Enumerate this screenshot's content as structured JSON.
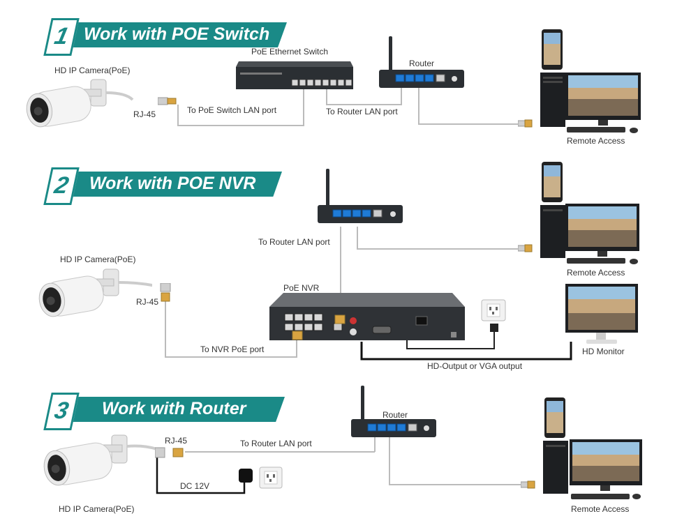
{
  "sections": [
    {
      "number": "1",
      "title": "Work with POE Switch",
      "labels": {
        "camera": "HD IP Camera(PoE)",
        "rj45": "RJ-45",
        "switch": "PoE Ethernet Switch",
        "to_switch": "To PoE Switch LAN port",
        "router": "Router",
        "to_router": "To Router LAN port",
        "remote": "Remote Access"
      }
    },
    {
      "number": "2",
      "title": "Work with POE NVR",
      "labels": {
        "camera": "HD IP Camera(PoE)",
        "rj45": "RJ-45",
        "to_router": "To Router LAN port",
        "nvr": "PoE NVR",
        "to_nvr": "To NVR PoE port",
        "hd_output": "HD-Output or VGA output",
        "monitor": "HD Monitor",
        "remote": "Remote Access"
      }
    },
    {
      "number": "3",
      "title": "Work with Router",
      "labels": {
        "camera": "HD IP Camera(PoE)",
        "rj45": "RJ-45",
        "to_router": "To Router LAN port",
        "router": "Router",
        "dc": "DC 12V",
        "remote": "Remote Access"
      }
    }
  ],
  "colors": {
    "accent": "#1a8a87",
    "cable": "#bbbbbb",
    "hdmi_cable": "#111111",
    "device_dark": "#2b2f33",
    "port_blue": "#1f7bd6"
  },
  "icons": [
    "camera-icon",
    "rj45-connector-icon",
    "poe-switch-icon",
    "router-icon",
    "smartphone-icon",
    "desktop-pc-icon",
    "monitor-icon",
    "keyboard-icon",
    "mouse-icon",
    "nvr-icon",
    "power-outlet-icon",
    "power-adapter-icon"
  ]
}
